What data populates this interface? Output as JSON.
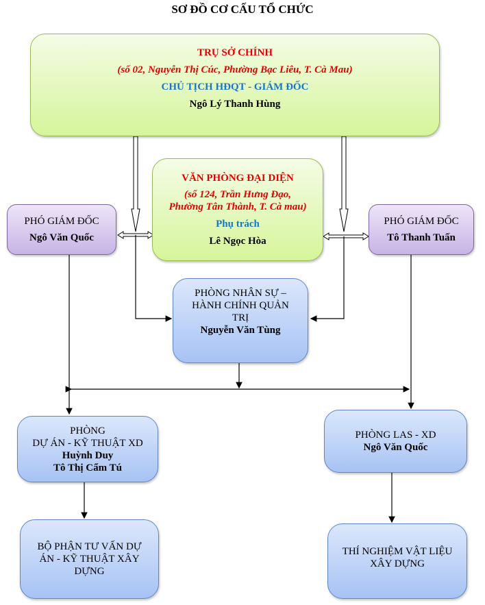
{
  "title": "SƠ ĐỒ CƠ CẤU TỔ CHỨC",
  "headquarters": {
    "heading": "TRỤ SỞ CHÍNH",
    "address": "(số 02, Nguyễn Thị Cúc, Phường Bạc Liêu, T. Cà Mau)",
    "role": "CHỦ TỊCH HĐQT - GIÁM ĐỐC",
    "person": "Ngô Lý Thanh Hùng"
  },
  "representative_office": {
    "heading": "VĂN PHÒNG ĐẠI DIỆN",
    "address_line1": "(số 124, Trần Hưng Đạo,",
    "address_line2": "Phường Tân Thành, T. Cà mau)",
    "role": "Phụ trách",
    "person": "Lê Ngọc Hòa"
  },
  "deputy_left": {
    "role": "PHÓ GIÁM ĐỐC",
    "person": "Ngô Văn Quốc"
  },
  "deputy_right": {
    "role": "PHÓ GIÁM ĐỐC",
    "person": "Tô Thanh Tuấn"
  },
  "hr_department": {
    "line1": "PHÒNG NHÂN SỰ –",
    "line2": "HÀNH CHÍNH QUẢN",
    "line3": "TRỊ",
    "person": "Nguyễn Văn Tùng"
  },
  "project_department": {
    "line1": "PHÒNG",
    "line2": "DỰ ÁN - KỸ THUẬT XD",
    "person1": "Huỳnh Duy",
    "person2": "Tô Thị Cẩm Tú"
  },
  "las_department": {
    "line1": "PHÒNG LAS - XD",
    "person": "Ngô Văn Quốc"
  },
  "consulting_unit": {
    "line1": "BỘ PHẬN TƯ VẤN DỰ",
    "line2": "ÁN - KỸ THUẬT XÂY",
    "line3": "DỰNG"
  },
  "lab_unit": {
    "line1": "THÍ NGHIỆM VẬT LIỆU",
    "line2": "XÂY DỰNG"
  },
  "colors": {
    "green_box": "#d6f59a",
    "purple_box": "#c7b4e6",
    "blue_box": "#a7c3f4",
    "heading_red": "#e30000",
    "role_blue": "#1777c4"
  }
}
